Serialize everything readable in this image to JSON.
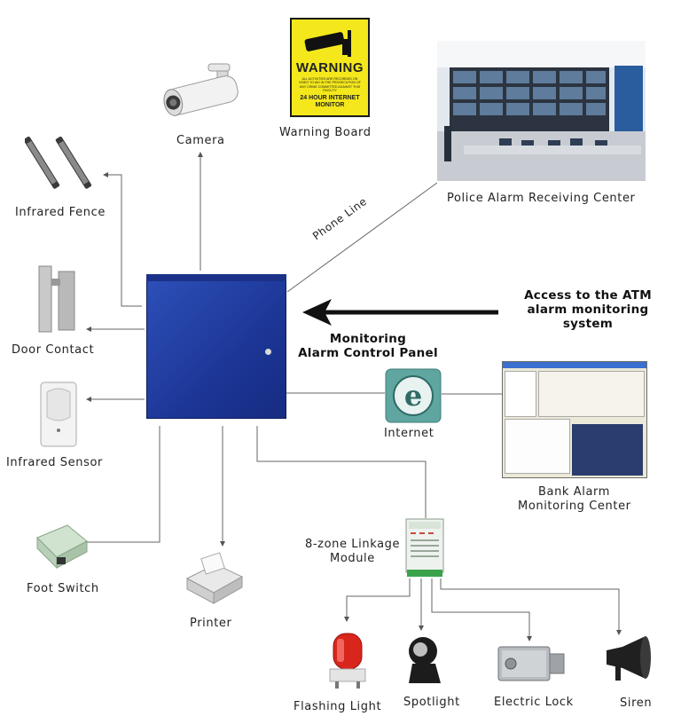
{
  "labels": {
    "camera": "Camera",
    "warning_board": "Warning Board",
    "police_center": "Police Alarm Receiving Center",
    "infrared_fence": "Infrared Fence",
    "phone_line": "Phone Line",
    "door_contact": "Door Contact",
    "infrared_sensor": "Infrared Sensor",
    "internet": "Internet",
    "bank_center_line1": "Bank Alarm",
    "bank_center_line2": "Monitoring Center",
    "foot_switch": "Foot Switch",
    "printer": "Printer",
    "linkage_line1": "8-zone Linkage",
    "linkage_line2": "Module",
    "flashing_light": "Flashing Light",
    "spotlight": "Spotlight",
    "electric_lock": "Electric Lock",
    "siren": "Siren"
  },
  "panel_title": {
    "line1": "Monitoring",
    "line2": "Alarm Control Panel"
  },
  "atm_access": {
    "line1": "Access to the ATM",
    "line2": "alarm monitoring",
    "line3": "system"
  },
  "warning_sign": {
    "title": "WARNING",
    "text": "ALL ACTIVITIES ARE RECORDED ON VIDEO TO AID IN THE PROSECUTION OF ANY CRIME COMMITTED AGAINST THIS FACILITY",
    "footer": "24 HOUR INTERNET MONITOR"
  },
  "colors": {
    "panel_blue": "#1f3a9e",
    "sign_yellow": "#f4e81c",
    "wire_gray": "#555555"
  }
}
